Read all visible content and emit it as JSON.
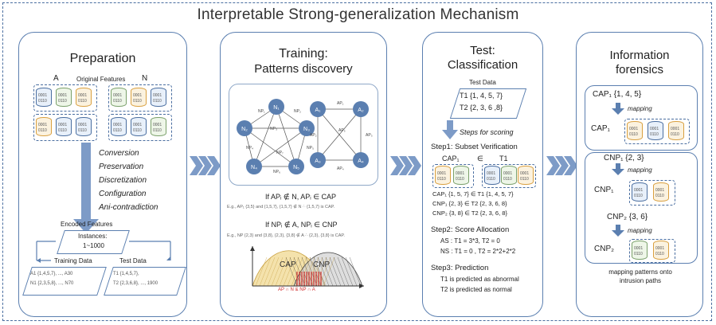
{
  "title": "Interpretable Strong-generalization Mechanism",
  "preparation": {
    "title": "Preparation",
    "label_a": "A",
    "label_n": "N",
    "original_features": "Original Features",
    "cyl_top": "0001",
    "cyl_bottom": "0110",
    "steps": [
      "Conversion",
      "Preservation",
      "Discretization",
      "Configuration",
      "Ani-contradiction"
    ],
    "encoded_features": "Encoded Features",
    "instances_label": "Instances:",
    "instances_range": "1~1000",
    "training_label": "Training Data",
    "test_label": "Test Data",
    "training_line1": "A1 {1,4,5,7}, ..., A30",
    "training_line2": "N1 {2,3,5,8}, ..., N70",
    "test_line1": "T1 {1,4,5,7},",
    "test_line2": "T2 {2,3,6,8}, ..., 1900"
  },
  "training": {
    "title_line1": "Training:",
    "title_line2": "Patterns discovery",
    "n_nodes": [
      "N₁",
      "N₂",
      "N₃",
      "N₄",
      "N₅"
    ],
    "a_nodes": [
      "A₁",
      "A₂",
      "A₃",
      "A₄"
    ],
    "np_labels": [
      "NP₁",
      "NP₂",
      "NP₃",
      "NP₄",
      "NP₅",
      "NP₆",
      "NP₇"
    ],
    "ap_labels": [
      "AP₁",
      "AP₂",
      "AP₃",
      "AP₄",
      "AP₅"
    ],
    "rule1": "If APᵢ ∉ N, APᵢ ∈ CAP",
    "rule1_eg": "E.g., AP₁ {3,5} and {1,5,7}, {1,5,7} ∉ N ∴ {1,5,7} is CAP.",
    "rule2": "If NPᵢ ∉ A, NPᵢ ∈ CNP",
    "rule2_eg": "E.g., NP {2,3} and {3,8}, {2,3}, {3,8} ∉ A ∴ {2,3}, {3,8} is CAP.",
    "cap_label": "CAP",
    "cnp_label": "CNP",
    "axis_label": "AP ∩ N & NP ∩ A"
  },
  "test": {
    "title_line1": "Test:",
    "title_line2": "Classification",
    "test_data": "Test Data",
    "t1": "T1 {1, 4, 5, 7}",
    "t2": "T2 {2, 3, 6 ,8}",
    "steps_for_scoring": "Steps for scoring",
    "step1": "Step1: Subset Verification",
    "cap1": "CAP₁",
    "in": "∈",
    "t1_short": "T1",
    "v1": "CAP₁ {1, 5, 7} ∈ T1 {1, 4, 5, 7}",
    "v2": "CNP₁ {2, 3} ∈ T2 {2, 3, 6, 8}",
    "v3": "CNP₂ {3, 8} ∈ T2 {2, 3, 6, 8}",
    "step2": "Step2: Score Allocation",
    "as": "AS : T1 = 3*3, T2 = 0",
    "ns": "NS : T1 = 0 , T2 = 2*2+2*2",
    "step3": "Step3: Prediction",
    "p1": "T1 is predicted as abnormal",
    "p2": "T2 is predicted as normal"
  },
  "forensics": {
    "title_line1": "Information",
    "title_line2": "forensics",
    "cap1_set": "CAP₁ {1, 4, 5}",
    "mapping": "mapping",
    "cap1": "CAP₁",
    "cnp1_set": "CNP₁ {2, 3}",
    "cnp1": "CNP₁",
    "cnp2_set": "CNP₂ {3, 6}",
    "cnp2": "CNP₂",
    "caption_line1": "mapping patterns onto",
    "caption_line2": "intrusion paths"
  },
  "colors": {
    "accent": "#5b7fb0",
    "cap": "#f0d890",
    "cnp": "#d0d0d0",
    "red": "#d03030"
  }
}
